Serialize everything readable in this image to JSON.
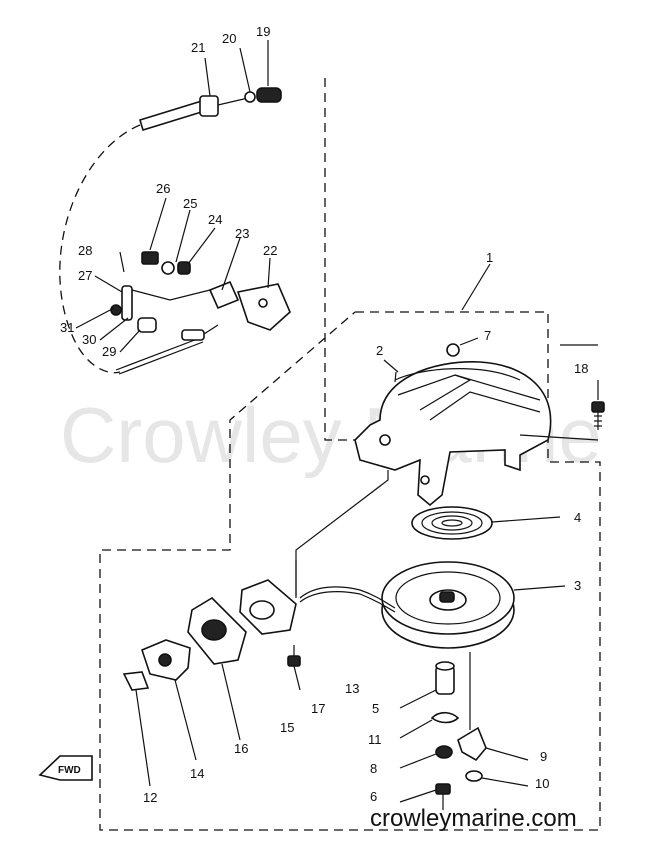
{
  "watermark": "Crowley Marine",
  "footer": "crowleymarine.com",
  "fwd_label": "FWD",
  "callouts": [
    {
      "id": "c1",
      "label": "1"
    },
    {
      "id": "c2",
      "label": "2"
    },
    {
      "id": "c3",
      "label": "3"
    },
    {
      "id": "c4",
      "label": "4"
    },
    {
      "id": "c5",
      "label": "5"
    },
    {
      "id": "c6",
      "label": "6"
    },
    {
      "id": "c7",
      "label": "7"
    },
    {
      "id": "c8",
      "label": "8"
    },
    {
      "id": "c9",
      "label": "9"
    },
    {
      "id": "c10",
      "label": "10"
    },
    {
      "id": "c11",
      "label": "11"
    },
    {
      "id": "c12",
      "label": "12"
    },
    {
      "id": "c13",
      "label": "13"
    },
    {
      "id": "c14",
      "label": "14"
    },
    {
      "id": "c15",
      "label": "15"
    },
    {
      "id": "c16",
      "label": "16"
    },
    {
      "id": "c17",
      "label": "17"
    },
    {
      "id": "c18",
      "label": "18"
    },
    {
      "id": "c19",
      "label": "19"
    },
    {
      "id": "c20",
      "label": "20"
    },
    {
      "id": "c21",
      "label": "21"
    },
    {
      "id": "c22",
      "label": "22"
    },
    {
      "id": "c23",
      "label": "23"
    },
    {
      "id": "c24",
      "label": "24"
    },
    {
      "id": "c25",
      "label": "25"
    },
    {
      "id": "c26",
      "label": "26"
    },
    {
      "id": "c27",
      "label": "27"
    },
    {
      "id": "c28",
      "label": "28"
    },
    {
      "id": "c29",
      "label": "29"
    },
    {
      "id": "c30",
      "label": "30"
    },
    {
      "id": "c31",
      "label": "31"
    }
  ]
}
